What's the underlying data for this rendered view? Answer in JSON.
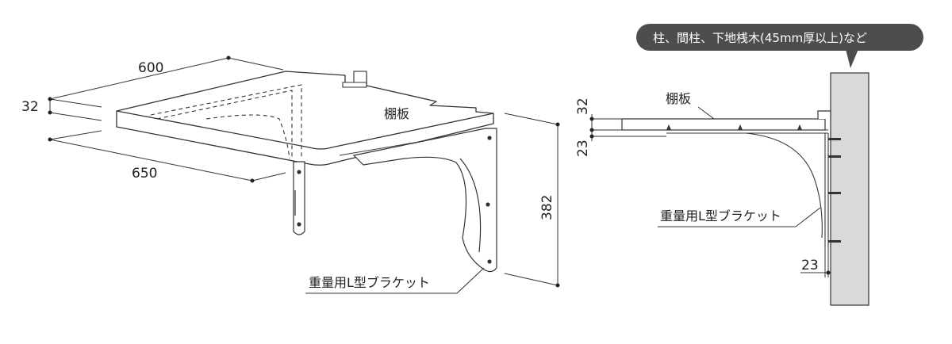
{
  "perspective": {
    "dim_width": "600",
    "dim_thickness": "32",
    "dim_depth": "650",
    "dim_height": "382",
    "shelf_label": "棚板",
    "bracket_label": "重量用L型ブラケット"
  },
  "side": {
    "callout": "柱、間柱、下地桟木(45mm厚以上)など",
    "shelf_label": "棚板",
    "dim_shelf_thickness": "32",
    "dim_bracket_top": "23",
    "dim_bracket_bottom": "23",
    "bracket_label": "重量用L型ブラケット"
  }
}
